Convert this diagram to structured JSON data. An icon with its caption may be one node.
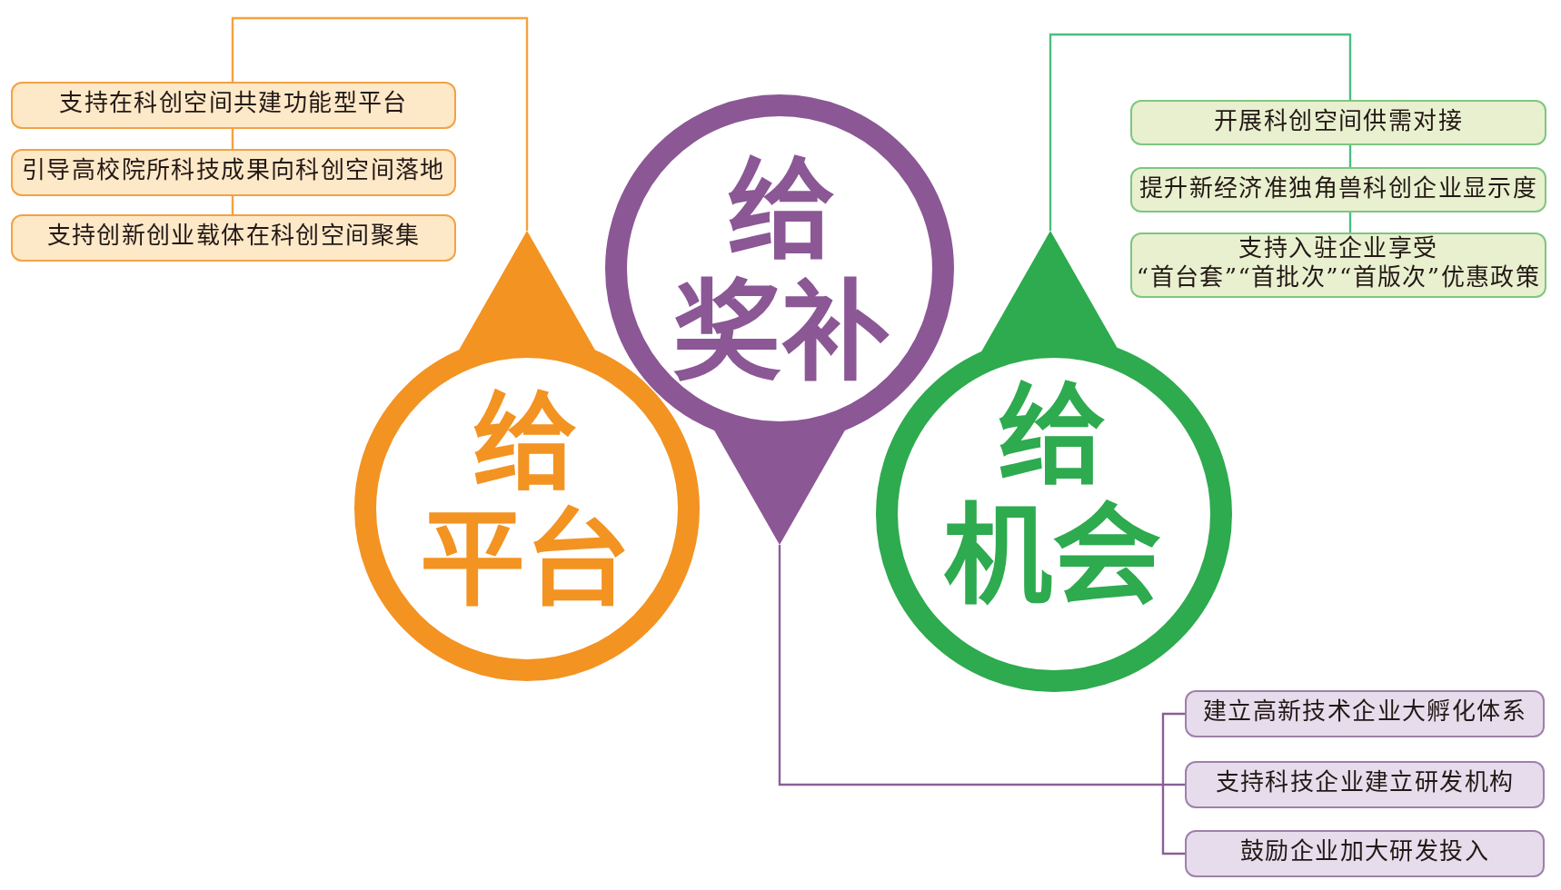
{
  "diagram": {
    "nodes": [
      {
        "text": [
          "给平台"
        ]
      },
      {
        "text": [
          "给奖补"
        ]
      },
      {
        "text": [
          "给机会"
        ]
      },
      {
        "text": [
          "支持在科创空间共建功能型平台"
        ]
      },
      {
        "text": [
          "引导高校院所科技成果向科创空间落地"
        ]
      },
      {
        "text": [
          "支持创新创业载体在科创空间聚集"
        ]
      },
      {
        "text": [
          "开展科创空间供需对接"
        ]
      },
      {
        "text": [
          "提升新经济准独角兽科创企业显示度"
        ]
      },
      {
        "text": [
          "支持入驻企业享受“首台套”“首批次”“首版次”优惠政策"
        ]
      },
      {
        "text": [
          "建立高新技术企业大孵化体系"
        ]
      },
      {
        "text": [
          "支持科技企业建立研发机构"
        ]
      },
      {
        "text": [
          "鼓励企业加大研发投入"
        ]
      }
    ],
    "edges": [
      {
        "from": 0,
        "to": 3,
        "arrow": "none",
        "color": "#f4a23e"
      },
      {
        "from": 3,
        "to": 4,
        "arrow": "none",
        "color": "#f4a23e"
      },
      {
        "from": 4,
        "to": 5,
        "arrow": "none",
        "color": "#f4a23e"
      },
      {
        "from": 2,
        "to": 6,
        "arrow": "none",
        "color": "#4cbd82"
      },
      {
        "from": 6,
        "to": 7,
        "arrow": "none",
        "color": "#4cbd82"
      },
      {
        "from": 7,
        "to": 8,
        "arrow": "none",
        "color": "#4cbd82"
      },
      {
        "from": 1,
        "to": 9,
        "arrow": "none",
        "color": "#8c5e98"
      },
      {
        "from": 1,
        "to": 10,
        "arrow": "none",
        "color": "#8c5e98"
      },
      {
        "from": 1,
        "to": 11,
        "arrow": "none",
        "color": "#8c5e98"
      }
    ]
  }
}
